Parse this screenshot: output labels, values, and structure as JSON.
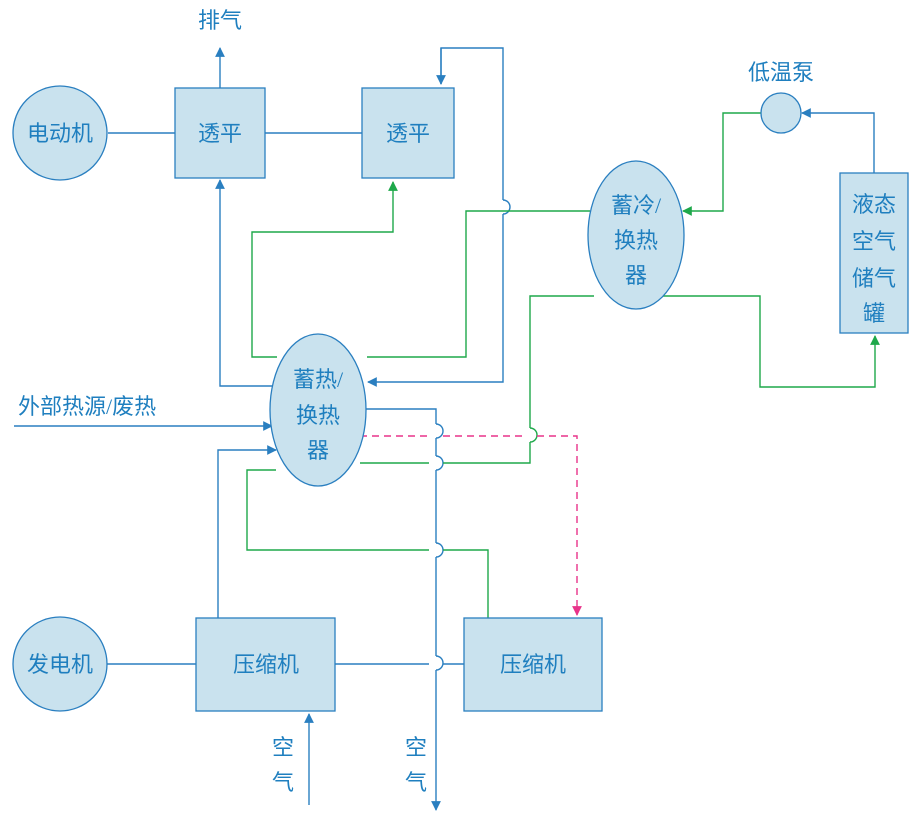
{
  "nodes": {
    "motor": "电动机",
    "turbine1": "透平",
    "turbine2": "透平",
    "exhaust": "排气",
    "low_temp_pump": "低温泵",
    "cold_storage": [
      "蓄冷/",
      "换热",
      "器"
    ],
    "liquid_air_tank": [
      "液态",
      "空气",
      "储气",
      "罐"
    ],
    "heat_storage": [
      "蓄热/",
      "换热",
      "器"
    ],
    "external_heat": "外部热源/废热",
    "generator": "发电机",
    "compressor1": "压缩机",
    "compressor2": "压缩机",
    "air_in": [
      "空",
      "气"
    ],
    "air_out": [
      "空",
      "气"
    ]
  },
  "colors": {
    "air_line": "#2a7fc0",
    "fluid_line": "#1ea84a",
    "dashed_line": "#e8338a",
    "box_fill": "#c9e2ee",
    "text": "#1f7fbf"
  }
}
